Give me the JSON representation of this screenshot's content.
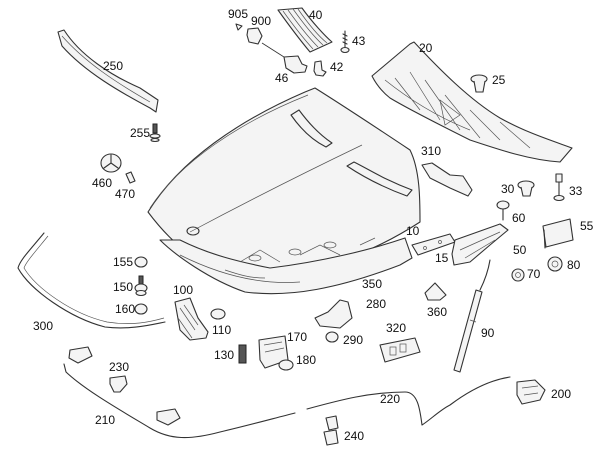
{
  "diagram": {
    "title": "Hood / bonnet assembly exploded parts diagram",
    "labels": {
      "p905": "905",
      "p900": "900",
      "p40": "40",
      "p43": "43",
      "p42": "42",
      "p46": "46",
      "p20": "20",
      "p25": "25",
      "p250": "250",
      "p255": "255",
      "p460": "460",
      "p470": "470",
      "p310": "310",
      "p30": "30",
      "p33": "33",
      "p60": "60",
      "p55": "55",
      "p10": "10",
      "p15": "15",
      "p50": "50",
      "p70": "70",
      "p80": "80",
      "p155": "155",
      "p150": "150",
      "p160": "160",
      "p100": "100",
      "p110": "110",
      "p300": "300",
      "p350": "350",
      "p360": "360",
      "p280": "280",
      "p290": "290",
      "p170": "170",
      "p180": "180",
      "p130": "130",
      "p320": "320",
      "p90": "90",
      "p230": "230",
      "p210": "210",
      "p220": "220",
      "p240": "240",
      "p200": "200"
    }
  }
}
